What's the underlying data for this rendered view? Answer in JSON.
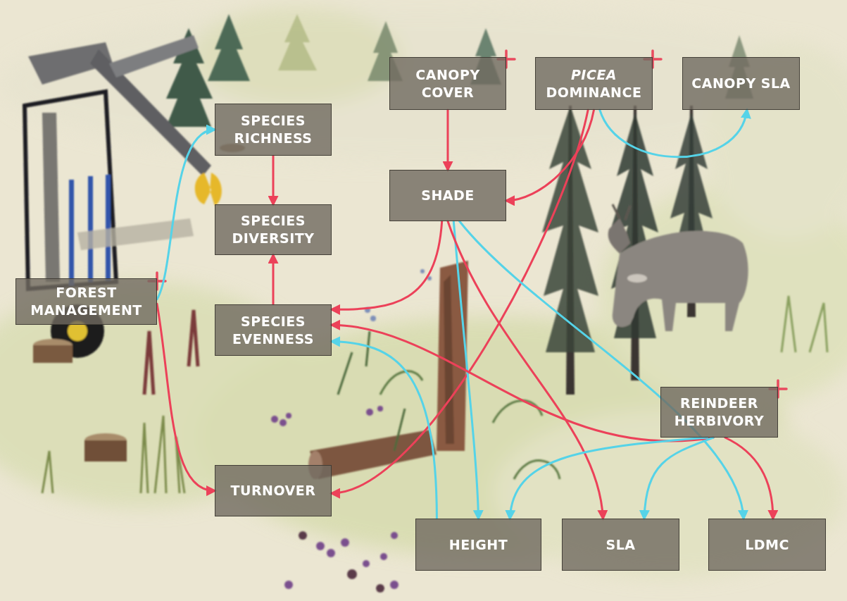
{
  "diagram": {
    "nodes": [
      {
        "text": [
          "CANOPY COVER"
        ]
      },
      {
        "text": [
          "PICEA DOMINANCE"
        ]
      },
      {
        "text": [
          "CANOPY SLA"
        ]
      },
      {
        "text": [
          "SPECIES RICHNESS"
        ]
      },
      {
        "text": [
          "SHADE"
        ]
      },
      {
        "text": [
          "SPECIES DIVERSITY"
        ]
      },
      {
        "text": [
          "FOREST MANAGEMENT"
        ]
      },
      {
        "text": [
          "SPECIES EVENNESS"
        ]
      },
      {
        "text": [
          "REINDEER HERBIVORY"
        ]
      },
      {
        "text": [
          "TURNOVER"
        ]
      },
      {
        "text": [
          "HEIGHT"
        ]
      },
      {
        "text": [
          "SLA"
        ]
      },
      {
        "text": [
          "LDMC"
        ]
      }
    ],
    "edges": [
      {
        "from": 6,
        "to": 3,
        "arrow": "to"
      },
      {
        "from": 6,
        "to": 9,
        "arrow": "to"
      },
      {
        "from": 3,
        "to": 5,
        "arrow": "to"
      },
      {
        "from": 7,
        "to": 5,
        "arrow": "to"
      },
      {
        "from": 0,
        "to": 4,
        "arrow": "to"
      },
      {
        "from": 1,
        "to": 4,
        "arrow": "to"
      },
      {
        "from": 1,
        "to": 2,
        "arrow": "to"
      },
      {
        "from": 1,
        "to": 9,
        "arrow": "to"
      },
      {
        "from": 4,
        "to": 7,
        "arrow": "to"
      },
      {
        "from": 4,
        "to": 10,
        "arrow": "to"
      },
      {
        "from": 4,
        "to": 11,
        "arrow": "to"
      },
      {
        "from": 4,
        "to": 12,
        "arrow": "to"
      },
      {
        "from": 10,
        "to": 7,
        "arrow": "to"
      },
      {
        "from": 8,
        "to": 7,
        "arrow": "to"
      },
      {
        "from": 8,
        "to": 10,
        "arrow": "to"
      },
      {
        "from": 8,
        "to": 11,
        "arrow": "to"
      },
      {
        "from": 8,
        "to": 12,
        "arrow": "to"
      }
    ]
  }
}
